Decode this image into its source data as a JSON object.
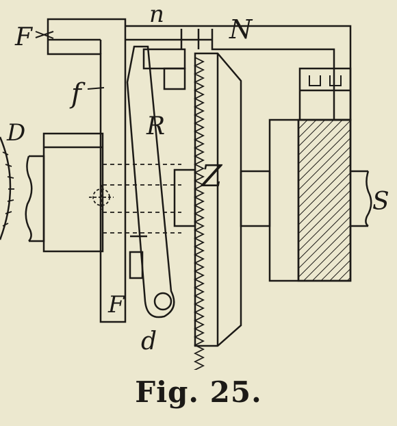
{
  "figure": {
    "caption": "Fig. 25.",
    "labels": {
      "F_top": "F",
      "n": "n",
      "N": "N",
      "f": "f",
      "R": "R",
      "D": "D",
      "Z": "Z",
      "S": "S",
      "F_bottom": "F",
      "d": "d"
    }
  },
  "colors": {
    "paper": "#ece8cf",
    "ink": "#1c1a17"
  }
}
